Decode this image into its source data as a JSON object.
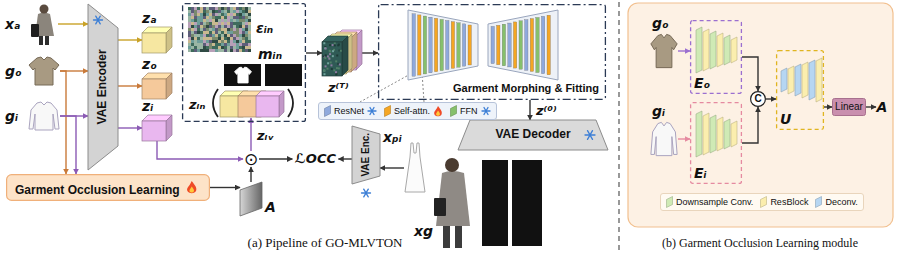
{
  "diagram": {
    "nodes": [
      {
        "text": [
          "xₐ"
        ]
      },
      {
        "text": [
          "gₒ"
        ]
      },
      {
        "text": [
          "gᵢ"
        ]
      },
      {
        "text": [
          "VAE Encoder"
        ]
      },
      {
        "text": [
          "zₐ"
        ]
      },
      {
        "text": [
          "zₒ"
        ]
      },
      {
        "text": [
          "zᵢ"
        ]
      },
      {
        "text": []
      },
      {
        "text": [
          "εᵢₙ"
        ],
        "in": 7
      },
      {
        "text": [
          "mᵢₙ"
        ],
        "in": 7
      },
      {
        "text": [
          "zᵢₙ"
        ],
        "in": 7
      },
      {
        "text": [
          "z⁽ᵀ⁾"
        ]
      },
      {
        "text": [
          "Garment Morphing & Fitting"
        ]
      },
      {
        "text": [
          "VAE Decoder"
        ]
      },
      {
        "text": [
          "xg"
        ]
      },
      {
        "text": [
          "Garment Occlusion Learning"
        ]
      },
      {
        "text": [
          "A"
        ]
      },
      {
        "text": [
          "⊙"
        ]
      },
      {
        "text": [
          "ℒOCC"
        ]
      },
      {
        "text": [
          "VAE Enc."
        ]
      },
      {
        "text": [
          "xₚᵢ"
        ]
      },
      {
        "text": [
          "gₒ"
        ]
      },
      {
        "text": [
          "gᵢ"
        ]
      },
      {
        "text": [
          "Eₒ"
        ]
      },
      {
        "text": [
          "Eᵢ"
        ]
      },
      {
        "text": [
          "C"
        ]
      },
      {
        "text": [
          "U"
        ]
      },
      {
        "text": [
          "Linear"
        ]
      },
      {
        "text": [
          "A"
        ]
      }
    ],
    "edges": [
      {
        "from": 0,
        "to": 3,
        "arrow": "to"
      },
      {
        "from": 1,
        "to": 3,
        "arrow": "to"
      },
      {
        "from": 2,
        "to": 3,
        "arrow": "to"
      },
      {
        "from": 3,
        "to": 4,
        "arrow": "to"
      },
      {
        "from": 3,
        "to": 5,
        "arrow": "to"
      },
      {
        "from": 3,
        "to": 6,
        "arrow": "to"
      },
      {
        "from": 7,
        "to": 11,
        "arrow": "to"
      },
      {
        "from": 11,
        "to": 12,
        "arrow": "to"
      },
      {
        "from": 12,
        "to": 13,
        "label": "z⁽⁰⁾",
        "arrow": "to"
      },
      {
        "from": 1,
        "to": 15,
        "arrow": "to"
      },
      {
        "from": 2,
        "to": 15,
        "arrow": "to"
      },
      {
        "from": 15,
        "to": 16,
        "arrow": "to"
      },
      {
        "from": 16,
        "to": 17,
        "arrow": "to"
      },
      {
        "from": 6,
        "to": 17,
        "arrow": "to"
      },
      {
        "from": 17,
        "to": 10,
        "label": "zᵢᵥ",
        "arrow": "to"
      },
      {
        "from": 17,
        "to": 18,
        "arrow": "to"
      },
      {
        "from": 19,
        "to": 18,
        "arrow": "to"
      },
      {
        "from": 20,
        "to": 19,
        "arrow": "to"
      },
      {
        "from": 21,
        "to": 23,
        "arrow": "to"
      },
      {
        "from": 22,
        "to": 24,
        "arrow": "to"
      },
      {
        "from": 23,
        "to": 25,
        "arrow": "to"
      },
      {
        "from": 24,
        "to": 25,
        "arrow": "to"
      },
      {
        "from": 25,
        "to": 26,
        "arrow": "to"
      },
      {
        "from": 26,
        "to": 27,
        "arrow": "to"
      },
      {
        "from": 27,
        "to": 28,
        "arrow": "to"
      }
    ],
    "labels": [
      "(a) Pipeline of GO-MLVTON",
      "(b) Garment Occlusion Learning module"
    ],
    "legend": [
      {
        "text": "ResNet",
        "color": "#8fa9dc"
      },
      {
        "text": "Self-attn.",
        "color": "#f5a623"
      },
      {
        "text": "FFN",
        "color": "#86c06c"
      },
      {
        "text": "Downsample Conv.",
        "color": "#cfeab5"
      },
      {
        "text": "ResBlock",
        "color": "#fbeeae"
      },
      {
        "text": "Deconv.",
        "color": "#b6d6f2"
      }
    ]
  }
}
